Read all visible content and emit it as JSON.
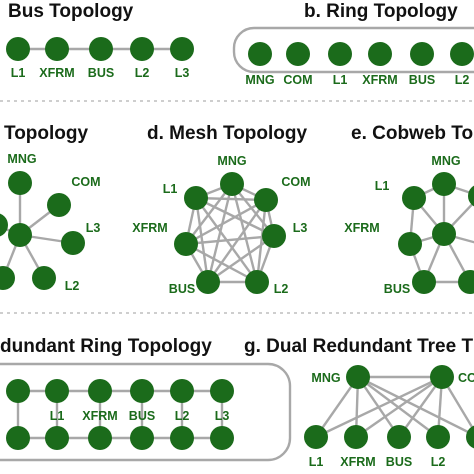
{
  "titles": {
    "a": "Bus Topology",
    "b": "b. Ring Topology",
    "c": "Topology",
    "d": "d. Mesh Topology",
    "e": "e. Cobweb To",
    "f": "dundant Ring Topology",
    "g": "g. Dual Redundant Tree T"
  },
  "bus": {
    "labels": [
      "L1",
      "XFRM",
      "BUS",
      "L2",
      "L3"
    ]
  },
  "ring": {
    "labels": [
      "MNG",
      "COM",
      "L1",
      "XFRM",
      "BUS",
      "L2"
    ]
  },
  "star": {
    "labels": [
      "MNG",
      "COM",
      "L3",
      "L2"
    ]
  },
  "mesh": {
    "labels": [
      "MNG",
      "COM",
      "L3",
      "L2",
      "BUS",
      "XFRM",
      "L1"
    ]
  },
  "cobweb": {
    "labels": [
      "MNG",
      "L1",
      "XFRM",
      "BUS"
    ]
  },
  "redundant_ring": {
    "labels": [
      "L1",
      "XFRM",
      "BUS",
      "L2",
      "L3"
    ]
  },
  "dual_tree": {
    "root_labels": [
      "MNG",
      "CO"
    ],
    "leaf_labels": [
      "L1",
      "XFRM",
      "BUS",
      "L2"
    ]
  },
  "colors": {
    "node": "#1b6b1b",
    "edge": "#a8a8a8",
    "title": "#111111"
  }
}
